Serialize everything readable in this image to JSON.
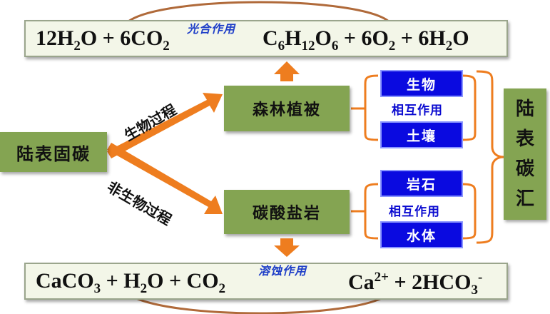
{
  "photosynthesis": {
    "equation_left": "12H",
    "h2o_sub": "2",
    "left_rest": "O + 6CO",
    "co2_sub": "2",
    "catalyst": "光合作用",
    "right_c": "C",
    "c_sub": "6",
    "right_h": "H",
    "h_sub": "12",
    "right_o": "O",
    "o_sub": "6",
    "right_rest": " + 6O",
    "o2_sub": "2",
    "right_tail": " + 6H",
    "h2o2_sub": "2",
    "right_end": "O"
  },
  "dissolution": {
    "left_a": "CaCO",
    "caco3_sub": "3",
    "left_b": " + H",
    "h2o_sub": "2",
    "left_c": "O + CO",
    "co2_sub": "2",
    "catalyst": "溶蚀作用",
    "right_a": "Ca",
    "ca_sup": "2+",
    "right_b": " + 2HCO",
    "hco3_sub": "3",
    "hco3_sup": "-"
  },
  "nodes": {
    "land_carbon_fixation": "陆表固碳",
    "forest_vegetation": "森林植被",
    "carbonate_rock": "碳酸盐岩",
    "land_carbon_sink": "陆表碳汇"
  },
  "arrow_labels": {
    "biological": "生物过程",
    "non_biological": "非生物过程"
  },
  "factors": {
    "organism": "生物",
    "soil": "土壤",
    "rock": "岩石",
    "water": "水体",
    "interaction_top": "相互作用",
    "interaction_bottom": "相互作用"
  },
  "colors": {
    "arrow_orange": "#ee7d1f",
    "node_green": "#84a452",
    "factor_blue": "#0a0ae0",
    "bracket_orange": "#ee7d1f",
    "loop_brown": "#b06a3a"
  }
}
